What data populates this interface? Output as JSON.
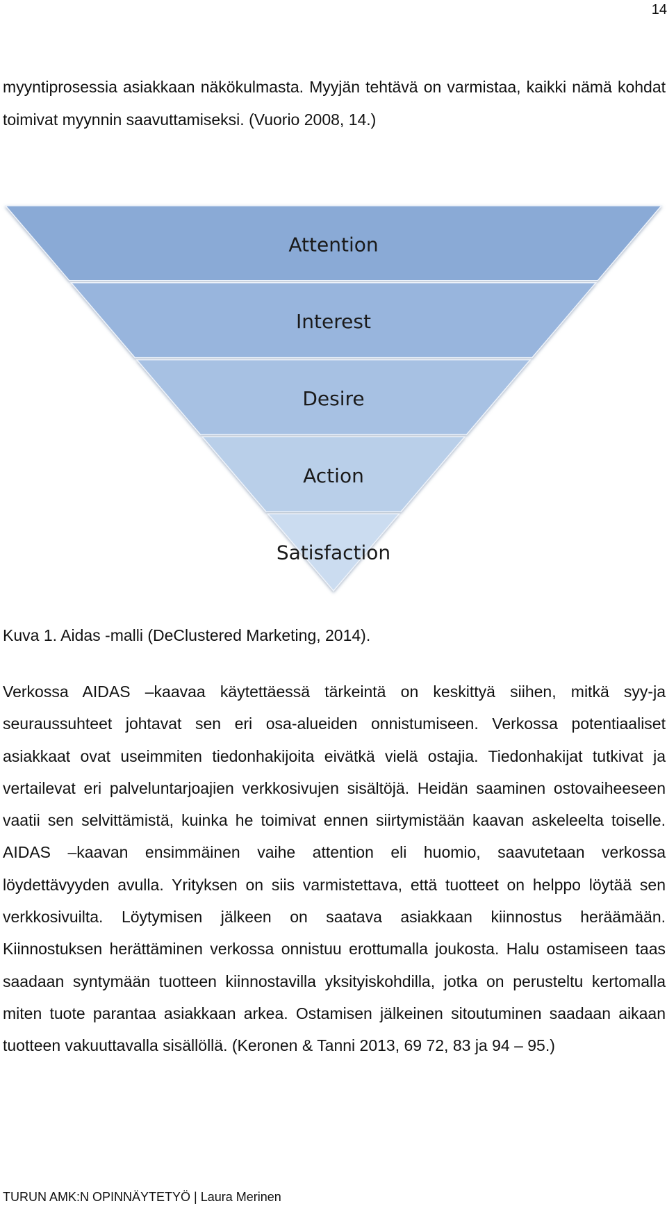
{
  "page_number": "14",
  "intro_paragraph": "myyntiprosessia asiakkaan näkökulmasta. Myyjän tehtävä on varmistaa, kaikki nämä kohdat toimivat myynnin saavuttamiseksi. (Vuorio 2008, 14.)",
  "figure": {
    "levels": [
      "Attention",
      "Interest",
      "Desire",
      "Action",
      "Satisfaction"
    ],
    "colors": [
      "#8aaad6",
      "#98b5dd",
      "#a7c1e3",
      "#b9cfe9",
      "#cbdcf0"
    ]
  },
  "caption": "Kuva 1. Aidas -malli (DeClustered Marketing, 2014).",
  "body_paragraph": "Verkossa AIDAS –kaavaa käytettäessä tärkeintä on keskittyä siihen, mitkä syy-ja seuraussuhteet johtavat sen eri osa-alueiden onnistumiseen. Verkossa potentiaaliset asiakkaat ovat useimmiten tiedonhakijoita eivätkä vielä ostajia. Tiedonhakijat tutkivat ja vertailevat eri palveluntarjoajien verkkosivujen sisältöjä. Heidän saaminen ostovaiheeseen vaatii sen selvittämistä, kuinka he toimivat ennen siirtymistään kaavan askeleelta toiselle. AIDAS –kaavan ensimmäinen vaihe attention eli huomio, saavutetaan verkossa löydettävyyden avulla. Yrityksen on siis varmistettava, että tuotteet on helppo löytää sen verkkosivuilta. Löytymisen jälkeen on saatava asiakkaan kiinnostus heräämään. Kiinnostuksen herättäminen verkossa onnistuu erottumalla joukosta. Halu ostamiseen taas saadaan syntymään tuotteen kiinnostavilla yksityiskohdilla, jotka on perusteltu kertomalla miten tuote parantaa asiakkaan arkea. Ostamisen jälkeinen sitoutuminen saadaan aikaan tuotteen vakuuttavalla sisällöllä. (Keronen & Tanni 2013, 69 72, 83 ja 94 – 95.)",
  "footer": "TURUN AMK:N OPINNÄYTETYÖ | Laura Merinen"
}
